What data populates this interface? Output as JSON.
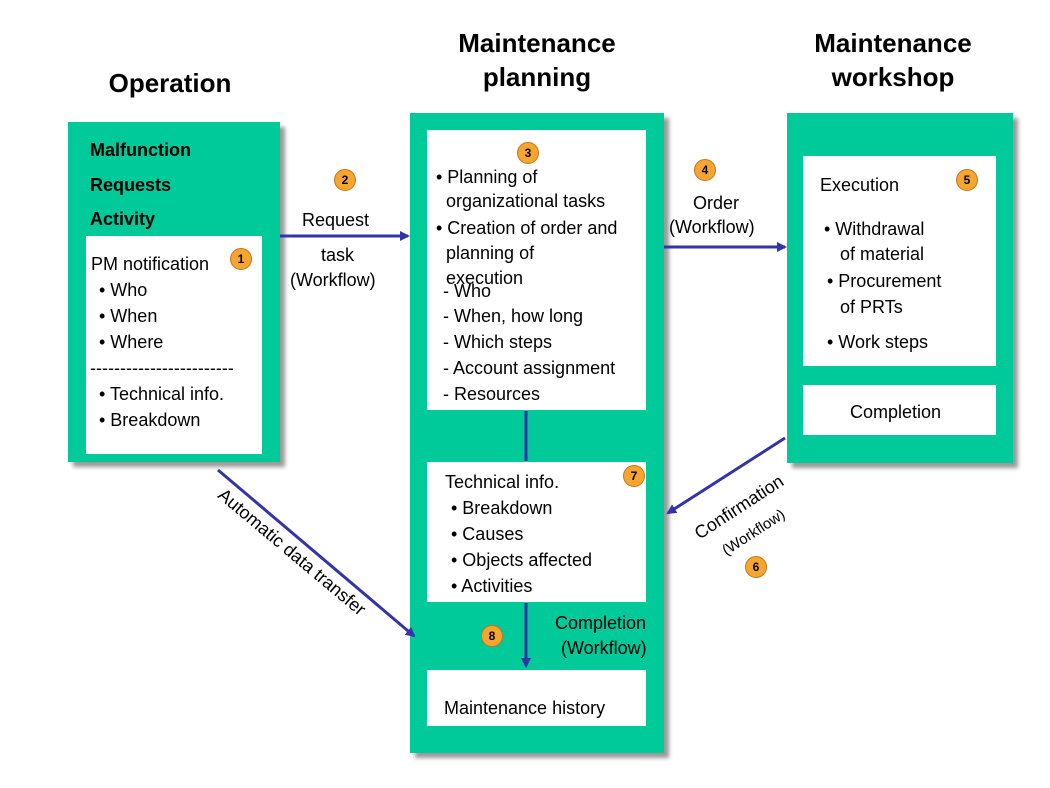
{
  "columns": {
    "operation": "Operation",
    "planning_line1": "Maintenance",
    "planning_line2": "planning",
    "workshop_line1": "Maintenance",
    "workshop_line2": "workshop"
  },
  "operation": {
    "malfunction": "Malfunction",
    "requests": "Requests",
    "activity": "Activity",
    "pm_notification": "PM notification",
    "who": "• Who",
    "when": "• When",
    "where": "• Where",
    "divider": "------------------------",
    "technical_info": "• Technical info.",
    "breakdown": "• Breakdown"
  },
  "planning": {
    "item1_line1": "• Planning of",
    "item1_line2": "organizational tasks",
    "item2_line1": "• Creation of order and",
    "item2_line2": "planning of",
    "item2_line3": "execution",
    "who": "- Who",
    "when": "- When, how long",
    "steps": "- Which steps",
    "account": "- Account assignment",
    "resources": "- Resources"
  },
  "technical": {
    "title": "Technical info.",
    "breakdown": "• Breakdown",
    "causes": "• Causes",
    "objects": "• Objects affected",
    "activities": "• Activities"
  },
  "history": "Maintenance history",
  "workshop": {
    "execution": "Execution",
    "withdrawal_line1": "• Withdrawal",
    "withdrawal_line2": "of material",
    "procurement_line1": "• Procurement",
    "procurement_line2": "of PRTs",
    "work_steps": "• Work steps",
    "completion": "Completion"
  },
  "arrows": {
    "request": "Request",
    "task": "task",
    "task_workflow": "(Workflow)",
    "order": "Order",
    "order_workflow": "(Workflow)",
    "confirmation": "Confirmation",
    "confirmation_workflow": "(Workflow)",
    "automatic": "Automatic data transfer",
    "completion": "Completion",
    "completion_workflow": "(Workflow)"
  },
  "badges": [
    "1",
    "2",
    "3",
    "4",
    "5",
    "6",
    "7",
    "8"
  ],
  "colors": {
    "panel": "#00c99a",
    "arrow": "#3333aa",
    "badge": "#f7a531"
  }
}
